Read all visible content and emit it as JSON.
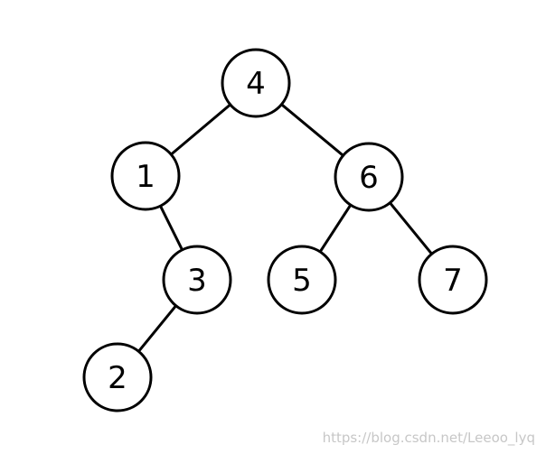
{
  "tree": {
    "nodes": [
      {
        "id": "n4",
        "label": "4"
      },
      {
        "id": "n1",
        "label": "1"
      },
      {
        "id": "n6",
        "label": "6"
      },
      {
        "id": "n3",
        "label": "3"
      },
      {
        "id": "n5",
        "label": "5"
      },
      {
        "id": "n7",
        "label": "7"
      },
      {
        "id": "n2",
        "label": "2"
      }
    ],
    "edges": [
      {
        "from": "n4",
        "to": "n1"
      },
      {
        "from": "n4",
        "to": "n6"
      },
      {
        "from": "n1",
        "to": "n3"
      },
      {
        "from": "n3",
        "to": "n2"
      },
      {
        "from": "n6",
        "to": "n5"
      },
      {
        "from": "n6",
        "to": "n7"
      }
    ]
  },
  "watermark": "https://blog.csdn.net/Leeoo_lyq"
}
